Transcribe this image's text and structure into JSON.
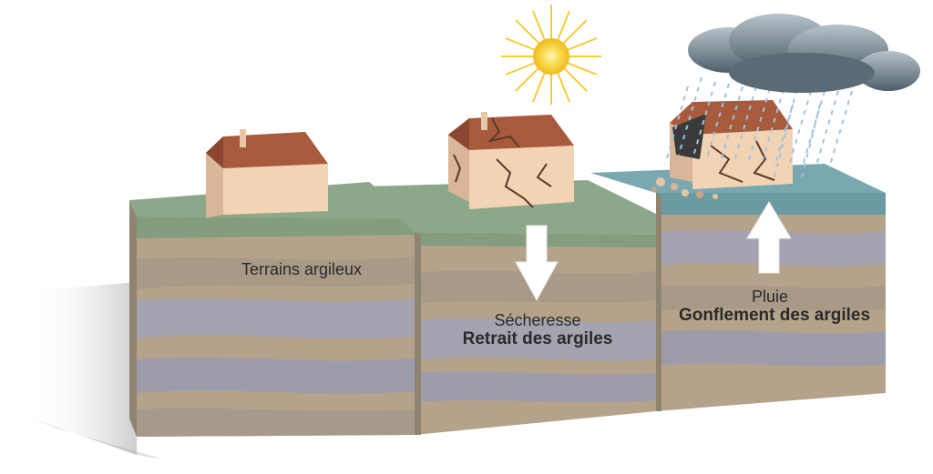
{
  "diagram": {
    "blocks": [
      {
        "id": "terrains",
        "caption": "Terrains argileux",
        "subcaption": ""
      },
      {
        "id": "secheresse",
        "caption": "Sécheresse",
        "subcaption": "Retrait des argiles"
      },
      {
        "id": "pluie",
        "caption": "Pluie",
        "subcaption": "Gonflement des argiles"
      }
    ],
    "colors": {
      "grass": "#7f9a7a",
      "water": "#6c9aa3",
      "layer_tan": "#b4a38a",
      "layer_grey": "#9c9cab",
      "roof": "#a85a3c",
      "wall": "#f2d3b4",
      "arrow": "#ffffff",
      "sun": "#f6d53e",
      "cloud": "#6e7f89",
      "rain": "#9fc4dd"
    },
    "icons": [
      "sun-icon",
      "cloud-icon",
      "rain-icon",
      "arrow-down-icon",
      "arrow-up-icon",
      "house-icon"
    ]
  }
}
